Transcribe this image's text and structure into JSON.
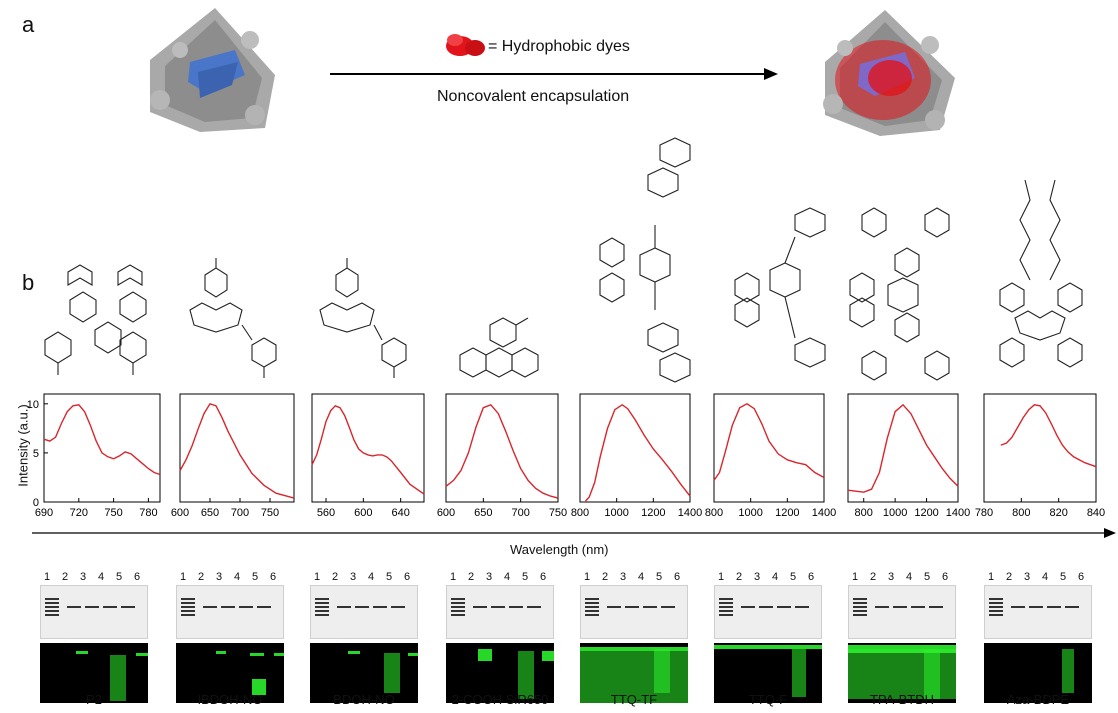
{
  "panel_a": {
    "letter": "a",
    "legend_text": "= Hydrophobic dyes",
    "arrow_label": "Noncovalent encapsulation"
  },
  "panel_b": {
    "letter": "b",
    "ylabel": "Intensity (a.u.)",
    "xlabel": "Wavelength (nm)",
    "yticks": [
      "0",
      "5",
      "10"
    ]
  },
  "chart_data": [
    {
      "type": "line",
      "name": "P2",
      "xticks": [
        "690",
        "720",
        "750",
        "780"
      ],
      "xlim": [
        690,
        790
      ],
      "ylim": [
        0,
        11
      ],
      "x": [
        690,
        695,
        700,
        705,
        710,
        715,
        720,
        725,
        730,
        735,
        740,
        745,
        750,
        755,
        760,
        765,
        770,
        775,
        780,
        785,
        790
      ],
      "y": [
        6.4,
        6.2,
        6.6,
        8.0,
        9.2,
        9.8,
        9.9,
        9.2,
        7.8,
        6.2,
        5.0,
        4.6,
        4.4,
        4.7,
        5.1,
        4.9,
        4.4,
        3.9,
        3.4,
        3.0,
        2.8
      ]
    },
    {
      "type": "line",
      "name": "IBDOH-NO",
      "xticks": [
        "600",
        "650",
        "700",
        "750"
      ],
      "xlim": [
        600,
        790
      ],
      "ylim": [
        0,
        11
      ],
      "x": [
        600,
        610,
        620,
        630,
        640,
        650,
        660,
        670,
        680,
        690,
        700,
        720,
        740,
        760,
        790
      ],
      "y": [
        3.2,
        4.3,
        5.7,
        7.4,
        9.0,
        10.0,
        9.8,
        8.6,
        7.2,
        6.0,
        4.8,
        2.9,
        1.7,
        0.9,
        0.4
      ]
    },
    {
      "type": "line",
      "name": "BDOH-NO",
      "xticks": [
        "560",
        "600",
        "640"
      ],
      "xlim": [
        545,
        665
      ],
      "ylim": [
        0,
        11
      ],
      "x": [
        545,
        550,
        555,
        560,
        565,
        570,
        575,
        580,
        585,
        590,
        595,
        600,
        605,
        610,
        615,
        620,
        625,
        630,
        640,
        650,
        665
      ],
      "y": [
        3.8,
        4.8,
        6.4,
        8.2,
        9.3,
        9.8,
        9.6,
        8.8,
        7.6,
        6.3,
        5.4,
        5.0,
        4.8,
        4.7,
        4.8,
        4.8,
        4.6,
        4.2,
        3.0,
        1.8,
        0.8
      ]
    },
    {
      "type": "line",
      "name": "2-COOH SiR650",
      "xticks": [
        "600",
        "650",
        "700",
        "750"
      ],
      "xlim": [
        600,
        750
      ],
      "ylim": [
        0,
        11
      ],
      "x": [
        600,
        610,
        620,
        630,
        640,
        650,
        660,
        670,
        680,
        690,
        700,
        710,
        720,
        730,
        740,
        750
      ],
      "y": [
        1.6,
        2.2,
        3.2,
        5.0,
        7.6,
        9.6,
        9.9,
        9.0,
        7.2,
        5.2,
        3.4,
        2.2,
        1.4,
        0.9,
        0.6,
        0.4
      ]
    },
    {
      "type": "line",
      "name": "TTQ-TF",
      "xticks": [
        "800",
        "1000",
        "1200",
        "1400"
      ],
      "xlim": [
        800,
        1400
      ],
      "ylim": [
        0,
        11
      ],
      "x": [
        830,
        850,
        880,
        910,
        950,
        990,
        1030,
        1060,
        1100,
        1150,
        1200,
        1250,
        1300,
        1350,
        1400
      ],
      "y": [
        0.1,
        0.5,
        2.0,
        4.6,
        7.5,
        9.4,
        9.9,
        9.5,
        8.4,
        6.8,
        5.4,
        4.3,
        3.1,
        1.8,
        0.6
      ]
    },
    {
      "type": "line",
      "name": "TTQ-F",
      "xticks": [
        "800",
        "1000",
        "1200",
        "1400"
      ],
      "xlim": [
        800,
        1400
      ],
      "ylim": [
        0,
        11
      ],
      "x": [
        800,
        830,
        860,
        900,
        940,
        980,
        1020,
        1060,
        1100,
        1150,
        1200,
        1250,
        1300,
        1350,
        1400
      ],
      "y": [
        2.2,
        3.0,
        5.0,
        7.8,
        9.6,
        10.0,
        9.5,
        8.0,
        6.2,
        4.9,
        4.3,
        4.0,
        3.8,
        3.0,
        2.5
      ]
    },
    {
      "type": "line",
      "name": "TPA-BTDH",
      "xticks": [
        "800",
        "1000",
        "1200",
        "1400"
      ],
      "xlim": [
        700,
        1400
      ],
      "ylim": [
        0,
        11
      ],
      "x": [
        700,
        750,
        800,
        850,
        900,
        950,
        1000,
        1050,
        1100,
        1150,
        1200,
        1250,
        1300,
        1350,
        1400
      ],
      "y": [
        1.2,
        1.1,
        1.0,
        1.3,
        3.0,
        6.5,
        9.2,
        9.9,
        9.0,
        7.4,
        5.8,
        4.6,
        3.4,
        2.4,
        1.6
      ]
    },
    {
      "type": "line",
      "name": "Aza-BDPE",
      "xticks": [
        "780",
        "800",
        "820",
        "840"
      ],
      "xlim": [
        780,
        840
      ],
      "ylim": [
        0,
        11
      ],
      "x": [
        789,
        792,
        795,
        798,
        801,
        804,
        807,
        810,
        813,
        816,
        819,
        822,
        825,
        828,
        831,
        834,
        837,
        840
      ],
      "y": [
        5.8,
        6.0,
        6.6,
        7.6,
        8.6,
        9.4,
        9.9,
        9.8,
        9.1,
        8.0,
        6.8,
        5.8,
        5.1,
        4.6,
        4.3,
        4.0,
        3.8,
        3.6
      ]
    }
  ],
  "gel": {
    "lanes": [
      "1",
      "2",
      "3",
      "4",
      "5",
      "6"
    ]
  },
  "dyes": [
    "P2",
    "IBDOH-NO",
    "BDOH-NO",
    "2-COOH SiR650",
    "TTQ-TF",
    "TTQ-F",
    "TPA-BTDH",
    "Aza-BDPE"
  ],
  "colors": {
    "curve": "#d9262c",
    "cage": "#9a9a9a",
    "cage_inner": "#4a76c9",
    "dye": "#e0141a",
    "gel_green": "#2cf02c"
  }
}
